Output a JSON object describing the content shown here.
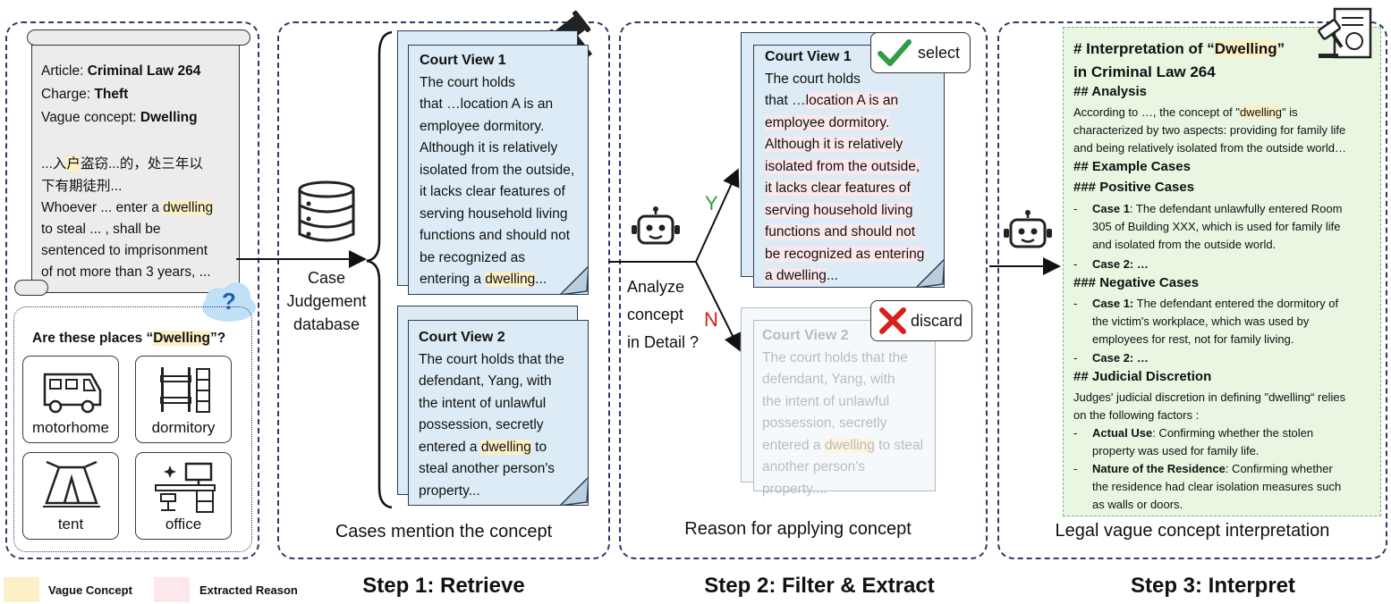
{
  "legend": {
    "vague_concept": "Vague Concept",
    "extracted_reason": "Extracted Reason",
    "colors": {
      "vague": "#fdf0c6",
      "reason": "#fce8ea"
    }
  },
  "scroll": {
    "article_label": "Article:",
    "article_value": "Criminal Law 264",
    "charge_label": "Charge:",
    "charge_value": "Theft",
    "vague_label": "Vague concept:",
    "vague_value": "Dwelling",
    "cn_1a": "...入",
    "cn_1b": "户",
    "cn_1c": "盗窃...的，处三年以",
    "cn_2": "下有期徒刑...",
    "en_1a": "Whoever ... enter a ",
    "en_1b": "dwelling",
    "en_2": "to steal ... , shall be",
    "en_3": "sentenced to imprisonment",
    "en_4": "of not more than 3 years, ..."
  },
  "question": {
    "prefix": "Are these places “",
    "word": "Dwelling",
    "suffix": "”?",
    "places": [
      "motorhome",
      "dormitory",
      "tent",
      "office"
    ]
  },
  "step1": {
    "db_label_1": "Case",
    "db_label_2": "Judgement",
    "db_label_3": "database",
    "caption": "Cases mention the concept",
    "step_title": "Step 1: Retrieve",
    "view1": {
      "title": "Court View 1",
      "l1": "The court holds",
      "l2": "that …location A is an",
      "l3": "employee dormitory.",
      "l4": "Although it is relatively",
      "l5": "isolated from the outside,",
      "l6": "it lacks clear features of",
      "l7": "serving household living",
      "l8": "functions and should not",
      "l9": "be recognized as",
      "l10a": "entering a ",
      "l10b": "dwelling",
      "l10c": "..."
    },
    "view2": {
      "title": "Court View 2",
      "l1": "The court holds that the",
      "l2": "defendant, Yang, with",
      "l3": "the intent of unlawful",
      "l4": "possession, secretly",
      "l5a": "entered a ",
      "l5b": "dwelling",
      "l5c": " to",
      "l6": "steal another person's",
      "l7": "property..."
    }
  },
  "step2": {
    "analyze_1": "Analyze",
    "analyze_2": "concept",
    "analyze_3": "in Detail ?",
    "yes": "Y",
    "no": "N",
    "select": "select",
    "discard": "discard",
    "caption": "Reason for applying concept",
    "step_title": "Step 2: Filter & Extract",
    "view1": {
      "title": "Court View 1",
      "l1": "The court holds",
      "l2a": "that …",
      "l2b": "location A is an",
      "l3": "employee dormitory.",
      "l4": "Although it is relatively",
      "l5": "isolated from the outside,",
      "l6": "it lacks clear features of",
      "l7": "serving household living",
      "l8": "functions and should not",
      "l9": "be recognized as entering",
      "l10": "a dwelling",
      "l10c": "..."
    },
    "view2": {
      "title": "Court View 2",
      "l1": "The court holds that the",
      "l2": "defendant, Yang, with",
      "l3": "the intent of unlawful",
      "l4": "possession, secretly",
      "l5a": "entered a ",
      "l5b": "dwelling",
      "l5c": " to steal",
      "l6": "another person's",
      "l7": "property...."
    }
  },
  "step3": {
    "caption": "Legal vague concept interpretation",
    "step_title": "Step 3: Interpret",
    "h1a": "# Interpretation of “",
    "h1b": "Dwelling",
    "h1c": "”",
    "h1d": "in Criminal Law 264",
    "analysis_h": "## Analysis",
    "analysis_1a": "According to …, the concept of \"",
    "analysis_1b": "dwelling",
    "analysis_1c": "\" is",
    "analysis_2": "characterized by two aspects: providing for family life",
    "analysis_3": "and being relatively isolated from the outside world…",
    "examples_h": "## Example Cases",
    "positive_h": "### Positive Cases",
    "pos1_label": "Case 1",
    "pos1_1": ": The defendant unlawfully entered Room",
    "pos1_2": "305 of Building XXX, which is used for family life",
    "pos1_3": "and  isolated from the outside world.",
    "pos2": "Case 2: …",
    "negative_h": "### Negative Cases",
    "neg1_label": "Case 1:",
    "neg1_1": " The defendant entered the dormitory of",
    "neg1_2": "the victim's workplace, which was used by",
    "neg1_3": "employees for rest, not for family living.",
    "neg2": "Case 2: …",
    "discretion_h": "## Judicial Discretion",
    "disc_1": "Judges' judicial discretion in defining \"dwelling“ relies",
    "disc_2": "on the following factors :",
    "use_label": "Actual Use",
    "use_1": ": Confirming whether the stolen",
    "use_2": "property was used for family life.",
    "res_label": "Nature of the Residence",
    "res_1": ": Confirming whether",
    "res_2": "the residence had clear isolation measures such",
    "res_3": "as walls or doors.",
    "dash": "-"
  }
}
